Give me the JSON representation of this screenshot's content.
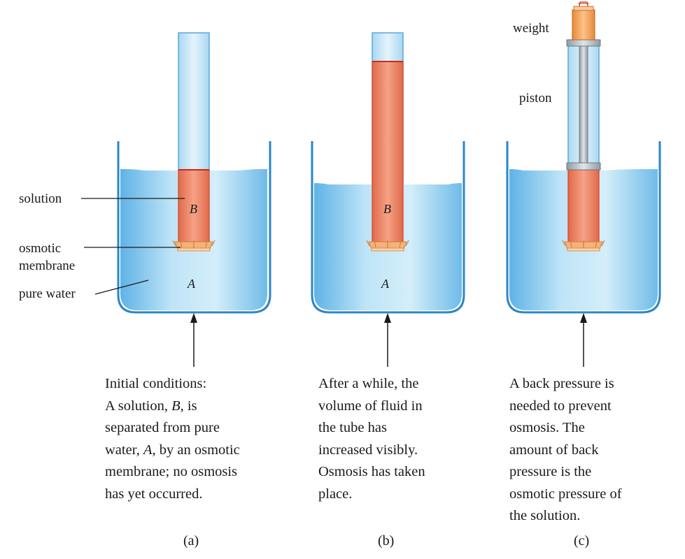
{
  "labels": {
    "solution": "solution",
    "membrane_line1": "osmotic",
    "membrane_line2": "membrane",
    "pure_water": "pure water",
    "weight": "weight",
    "piston": "piston"
  },
  "letters": {
    "a_solution": "B",
    "a_water": "A",
    "b_solution": "B",
    "b_water": "A"
  },
  "panels": [
    {
      "id": "(a)",
      "caption_lines": [
        "Initial conditions:",
        "A solution, B, is",
        "separated from pure",
        "water, A, by an osmotic",
        "membrane; no osmosis",
        "has yet occurred."
      ]
    },
    {
      "id": "(b)",
      "caption_lines": [
        "After a while, the",
        "volume of fluid in",
        "the tube has",
        "increased visibly.",
        "Osmosis has taken",
        "place."
      ]
    },
    {
      "id": "(c)",
      "caption_lines": [
        "A back pressure is",
        "needed to prevent",
        "osmosis. The",
        "amount of back",
        "pressure is the",
        "osmotic pressure of",
        "the solution."
      ]
    }
  ],
  "colors": {
    "water": "#a9d8f2",
    "water_dark": "#3d9ad6",
    "solution": "#ef8a6a",
    "solution_edge": "#d8432a",
    "membrane": "#f6b27a",
    "weight": "#f2a55a"
  }
}
